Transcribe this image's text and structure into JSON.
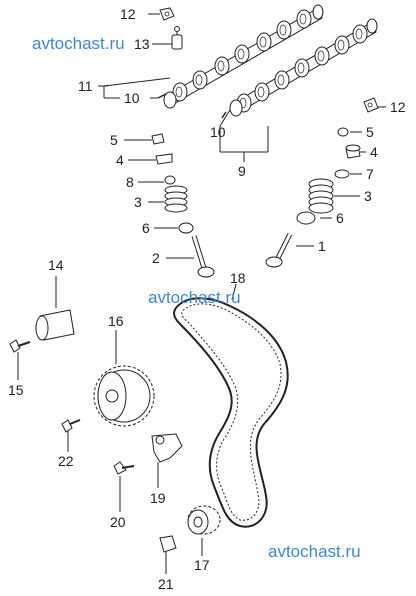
{
  "watermark": {
    "text": "avtochast.ru",
    "color": "#3f86d3"
  },
  "callouts": {
    "c1": "1",
    "c2": "2",
    "c3a": "3",
    "c3b": "3",
    "c4a": "4",
    "c4b": "4",
    "c5a": "5",
    "c5b": "5",
    "c6a": "6",
    "c6b": "6",
    "c7": "7",
    "c8": "8",
    "c9": "9",
    "c10a": "10",
    "c10b": "10",
    "c11": "11",
    "c12a": "12",
    "c12b": "12",
    "c13": "13",
    "c14": "14",
    "c15": "15",
    "c16": "16",
    "c17": "17",
    "c18": "18",
    "c19": "19",
    "c20": "20",
    "c21": "21",
    "c22": "22"
  },
  "colors": {
    "line": "#222222",
    "watermark": "#3f86d3"
  }
}
